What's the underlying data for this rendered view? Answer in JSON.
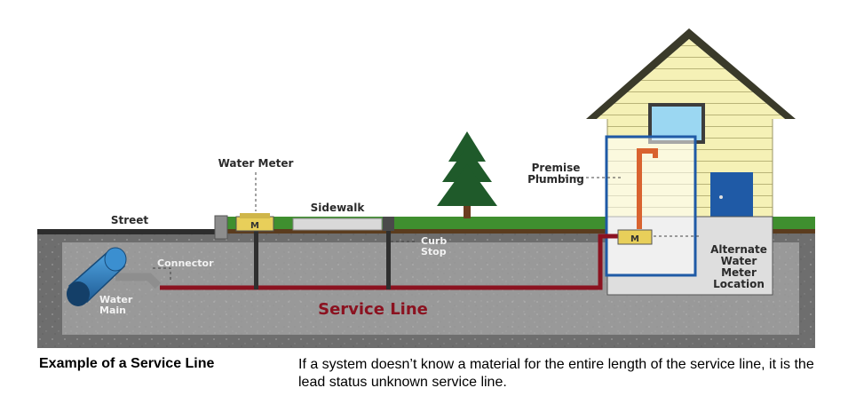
{
  "diagram": {
    "labels": {
      "water_meter": "Water Meter",
      "sidewalk": "Sidewalk",
      "street": "Street",
      "premise_plumbing_line1": "Premise",
      "premise_plumbing_line2": "Plumbing",
      "curb_stop_line1": "Curb",
      "curb_stop_line2": "Stop",
      "connector": "Connector",
      "water_main_line1": "Water",
      "water_main_line2": "Main",
      "service_line": "Service Line",
      "alt_meter_line1": "Alternate",
      "alt_meter_line2": "Water",
      "alt_meter_line3": "Meter",
      "alt_meter_line4": "Location",
      "meter_mark": "M",
      "meter_mark_alt": "M"
    },
    "colors": {
      "service_line": "#8b1220",
      "water_main": "#2f7fc1",
      "grass": "#3f8f2f",
      "soil": "#6b6b6b",
      "house_siding": "#f4f0b4",
      "roof": "#3a3a2a",
      "premise_box": "#1f5aa6",
      "meter": "#e8cf5a"
    }
  },
  "caption": {
    "title": "Example of a Service Line",
    "text": "If a system doesn’t know a material for the entire length of the service line, it is the lead status unknown service line."
  }
}
